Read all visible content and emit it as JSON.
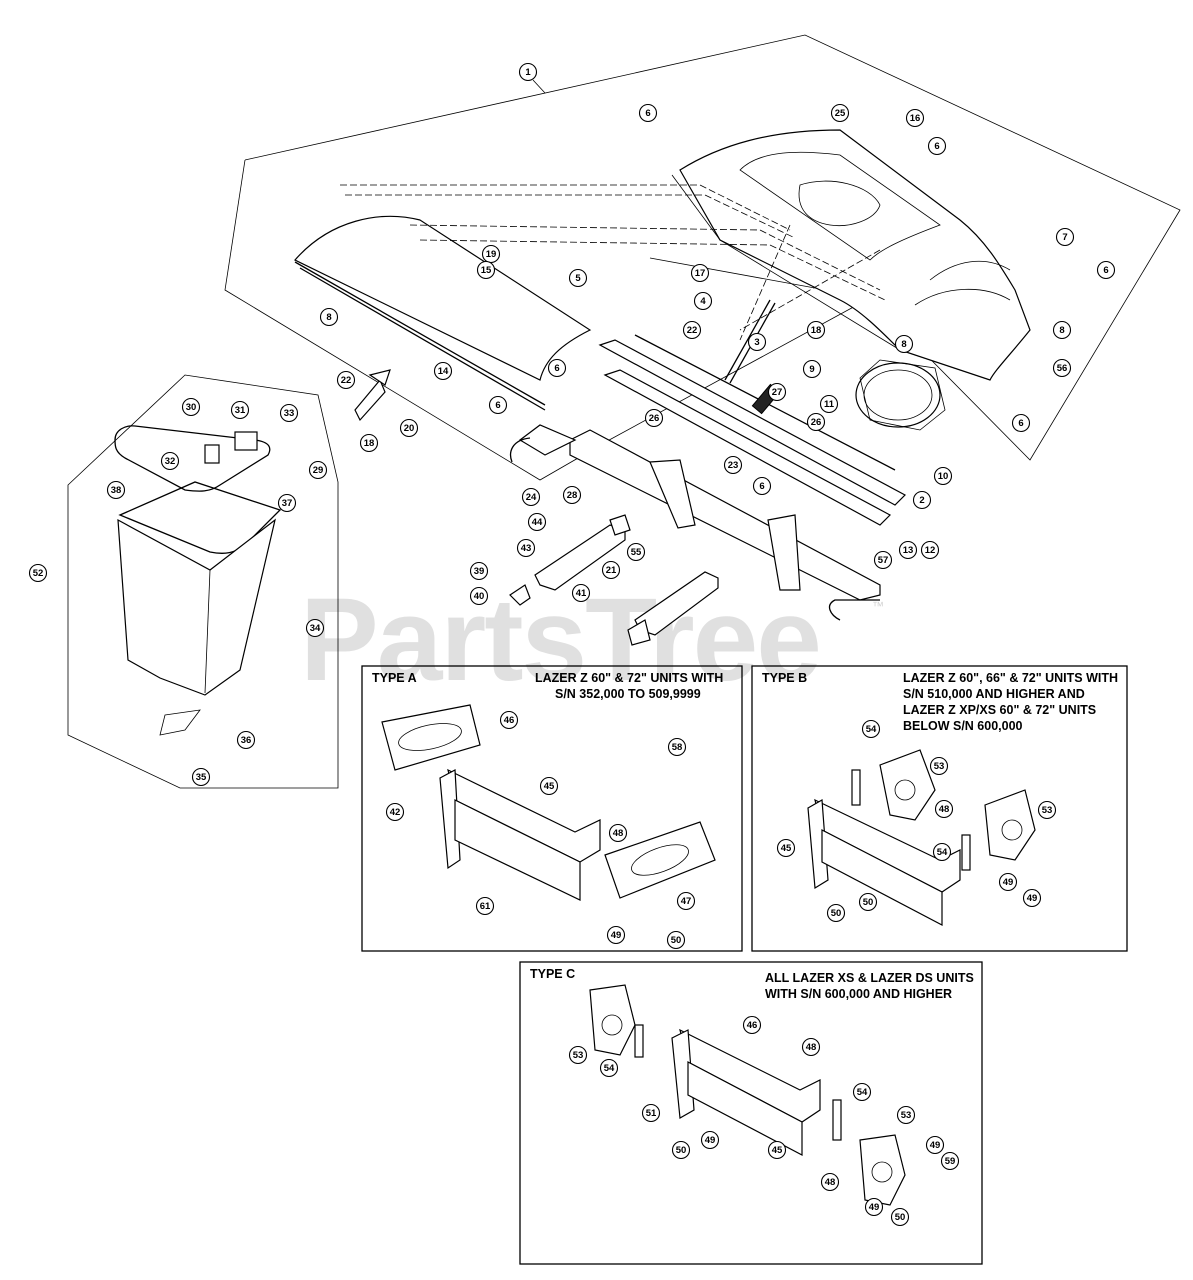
{
  "watermark": {
    "text": "PartsTree",
    "trademark": "™"
  },
  "panels": {
    "type_a": {
      "label": "TYPE A",
      "note_lines": [
        "LAZER Z 60\" & 72\" UNITS WITH",
        "S/N 352,000 TO 509,9999"
      ]
    },
    "type_b": {
      "label": "TYPE B",
      "note_lines": [
        "LAZER Z 60\", 66\" & 72\" UNITS WITH",
        "S/N 510,000 AND HIGHER AND",
        "LAZER Z XP/XS 60\" & 72\" UNITS",
        "BELOW S/N 600,000"
      ]
    },
    "type_c": {
      "label": "TYPE C",
      "note_lines": [
        "ALL LAZER XS & LAZER DS UNITS",
        "WITH S/N 600,000 AND HIGHER"
      ]
    }
  },
  "callouts": [
    "1",
    "6",
    "25",
    "16",
    "6",
    "7",
    "6",
    "17",
    "4",
    "18",
    "3",
    "22",
    "27",
    "8",
    "9",
    "8",
    "56",
    "11",
    "6",
    "10",
    "19",
    "15",
    "5",
    "8",
    "6",
    "14",
    "22",
    "6",
    "20",
    "18",
    "26",
    "26",
    "23",
    "24",
    "6",
    "2",
    "28",
    "44",
    "55",
    "43",
    "21",
    "39",
    "41",
    "40",
    "13",
    "12",
    "57",
    "30",
    "31",
    "33",
    "32",
    "29",
    "38",
    "37",
    "52",
    "34",
    "35",
    "36",
    "46",
    "58",
    "42",
    "45",
    "48",
    "61",
    "47",
    "49",
    "50",
    "54",
    "53",
    "48",
    "53",
    "45",
    "54",
    "49",
    "50",
    "50",
    "49",
    "46",
    "48",
    "51",
    "53",
    "54",
    "49",
    "50",
    "45",
    "54",
    "53",
    "48",
    "49",
    "59",
    "49",
    "50"
  ]
}
